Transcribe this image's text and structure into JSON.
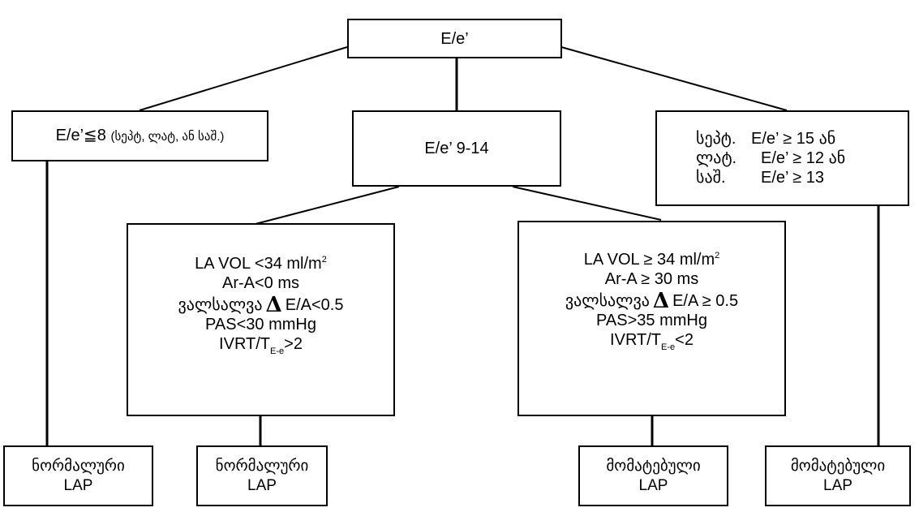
{
  "root": {
    "label": "E/e’"
  },
  "left": {
    "main": "E/e’≦8",
    "note": "(სეპტ, ლატ, ან  საშ.)"
  },
  "middle": {
    "label": "E/e’ 9-14"
  },
  "right": {
    "line1_a": "სეპტ.",
    "line1_b": "E/e’ ≥ 15 ან",
    "line2_a": "ლატ.",
    "line2_b": "E/e’ ≥ 12 ან",
    "line3_a": "საშ.",
    "line3_b": "E/e’ ≥ 13"
  },
  "normal_criteria": {
    "la_vol": "LA VOL <34 ml/m",
    "la_vol_sup": "2",
    "ar_a": "Ar-A<0 ms",
    "valsalva_word": "ვალსალვა",
    "delta": "Δ",
    "valsalva_cond": "E/A<0.5",
    "pas": "PAS<30 mmHg",
    "ivrt": "IVRT/T",
    "ivrt_sub": "E-e",
    "ivrt_cond": ">2"
  },
  "elevated_criteria": {
    "la_vol": "LA VOL ≥ 34 ml/m",
    "la_vol_sup": "2",
    "ar_a": "Ar-A ≥ 30 ms",
    "valsalva_word": "ვალსალვა",
    "delta": "Δ",
    "valsalva_cond": "E/A ≥ 0.5",
    "pas": "PAS>35 mmHg",
    "ivrt": "IVRT/T",
    "ivrt_sub": "E-e",
    "ivrt_cond": "<2"
  },
  "outcomes": [
    {
      "word": "ნორმალური",
      "lap": "LAP"
    },
    {
      "word": "ნორმალური",
      "lap": "LAP"
    },
    {
      "word": "მომატებული",
      "lap": "LAP"
    },
    {
      "word": "მომატებული",
      "lap": "LAP"
    }
  ]
}
